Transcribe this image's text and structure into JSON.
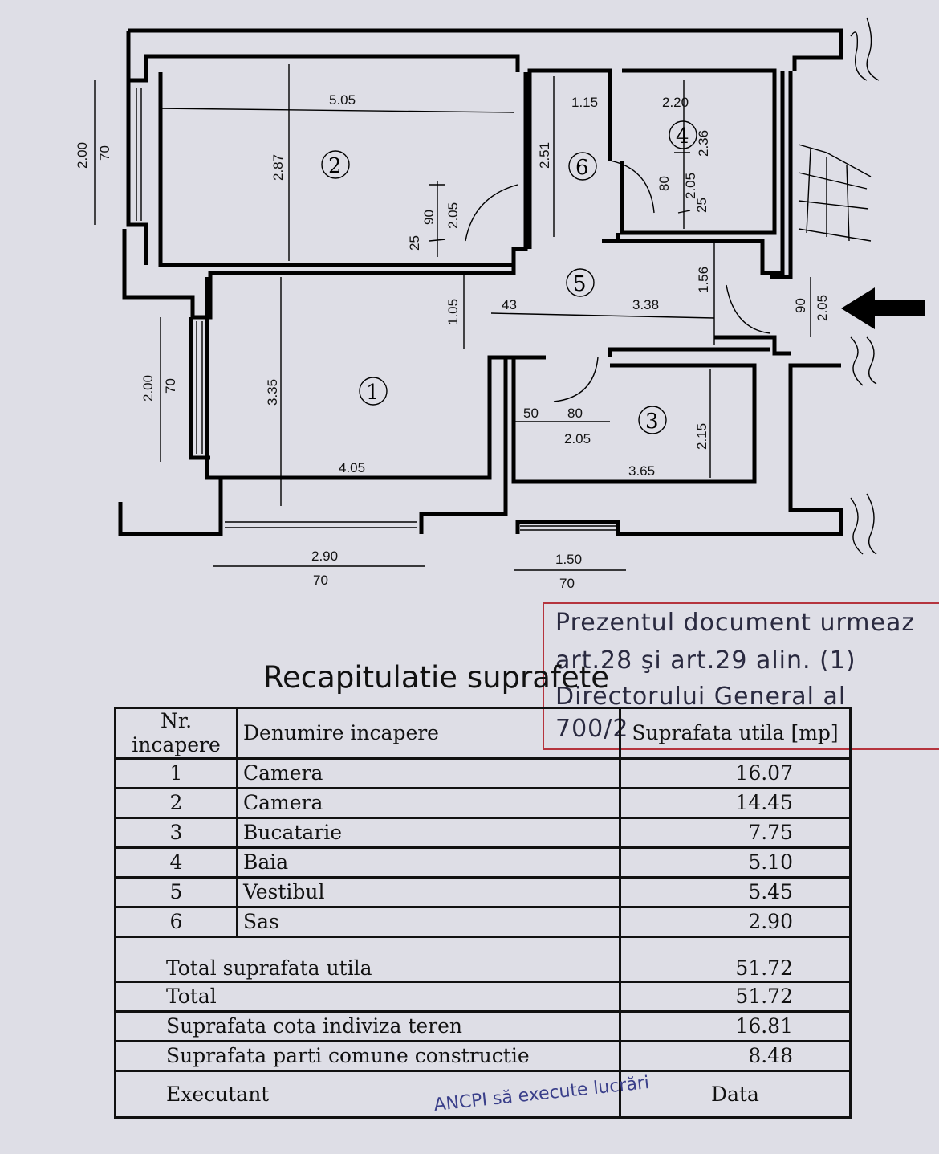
{
  "plan": {
    "rooms": [
      {
        "id": "r1",
        "label": "1"
      },
      {
        "id": "r2",
        "label": "2"
      },
      {
        "id": "r3",
        "label": "3"
      },
      {
        "id": "r4",
        "label": "4"
      },
      {
        "id": "r5",
        "label": "5"
      },
      {
        "id": "r6",
        "label": "6"
      }
    ],
    "dimensions": {
      "d_505": "5.05",
      "d_115": "1.15",
      "d_220": "2.20",
      "d_287": "2.87",
      "d_251": "2.51",
      "d_236": "2.36",
      "d_25a": "25",
      "d_90a": "90",
      "d_205a": "2.05",
      "d_80a": "80",
      "d_205b": "2.05",
      "d_25b": "25",
      "d_105": "1.05",
      "d_43": "43",
      "d_338": "3.38",
      "d_156": "1.56",
      "d_90b": "90",
      "d_205c": "2.05",
      "d_335": "3.35",
      "d_50": "50",
      "d_80b": "80",
      "d_205d": "2.05",
      "d_215": "2.15",
      "d_405": "4.05",
      "d_365": "3.65",
      "d_290": "2.90",
      "d_70a": "70",
      "d_150": "1.50",
      "d_70b": "70",
      "d_200a": "2.00",
      "d_70c": "70",
      "d_200b": "2.00",
      "d_70d": "70"
    }
  },
  "stamp": {
    "line1": "Prezentul document urmeaz",
    "line2": "art.28  şi  art.29  alin.  (1)",
    "line3": "Directorului  General  al",
    "line4": "700/2"
  },
  "recap": {
    "title": "Recapitulatie suprafete",
    "headers": {
      "nr": "Nr. incapere",
      "name": "Denumire incapere",
      "area": "Suprafata utila [mp]"
    },
    "rows": [
      {
        "nr": "1",
        "name": "Camera",
        "area": "16.07"
      },
      {
        "nr": "2",
        "name": "Camera",
        "area": "14.45"
      },
      {
        "nr": "3",
        "name": "Bucatarie",
        "area": "7.75"
      },
      {
        "nr": "4",
        "name": "Baia",
        "area": "5.10"
      },
      {
        "nr": "5",
        "name": "Vestibul",
        "area": "5.45"
      },
      {
        "nr": "6",
        "name": "Sas",
        "area": "2.90"
      }
    ],
    "totals": [
      {
        "label": "Total suprafata utila",
        "value": "51.72"
      },
      {
        "label": "Total",
        "value": "51.72"
      },
      {
        "label": "Suprafata cota indiviza teren",
        "value": "16.81"
      },
      {
        "label": "Suprafata parti comune constructie",
        "value": "8.48"
      }
    ],
    "footer": {
      "executant": "Executant",
      "date": "Data"
    }
  },
  "seal_text": "ANCPI să execute lucrări"
}
